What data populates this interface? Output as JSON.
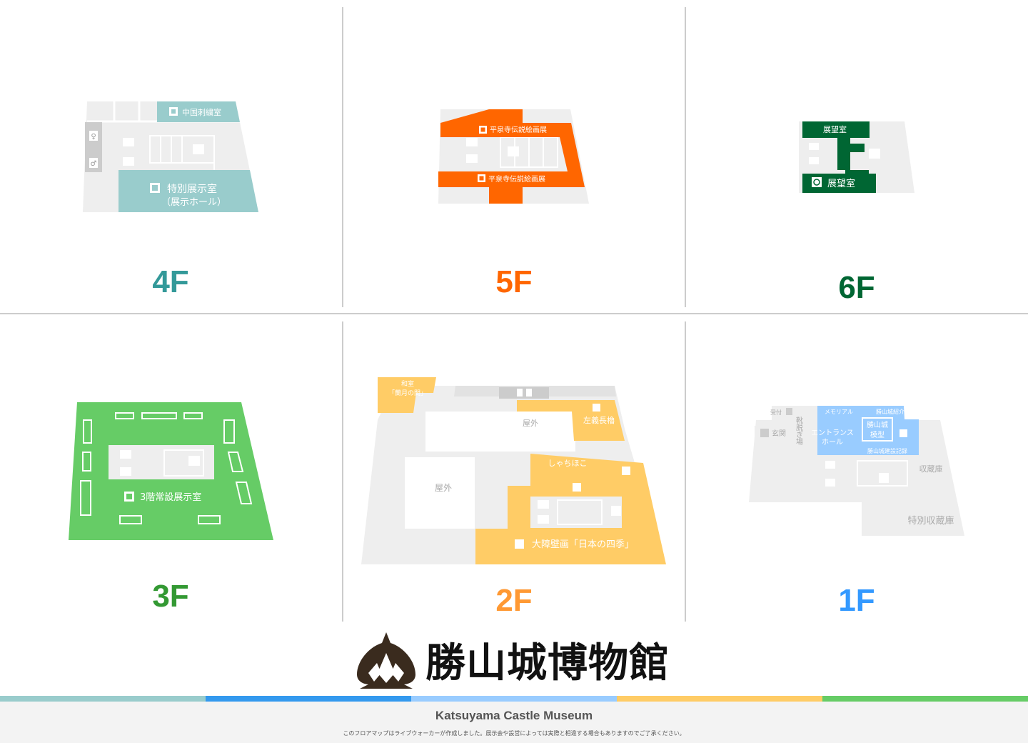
{
  "colors": {
    "grey_room": "#eeeeee",
    "grey_line": "#ffffff",
    "f4": "#99cccc",
    "f4_label": "#339999",
    "f5": "#ff6600",
    "f5_label": "#ff6600",
    "f6": "#006633",
    "f6_label": "#006633",
    "f3": "#66cc66",
    "f3_label": "#339933",
    "f2": "#ffcc66",
    "f2_label": "#ff9933",
    "f1": "#99ccff",
    "f1_label": "#3399ff"
  },
  "floors": {
    "f4": {
      "label": "4F",
      "rooms": {
        "chinese_embroidery": "中国刺繍室",
        "special_exhibit_1": "特別展示室",
        "special_exhibit_2": "（展示ホール）"
      }
    },
    "f5": {
      "label": "5F",
      "rooms": {
        "hiraizumi_top": "平泉寺伝説絵画展",
        "hiraizumi_bottom": "平泉寺伝説絵画展"
      }
    },
    "f6": {
      "label": "6F",
      "rooms": {
        "observation_top": "展望室",
        "observation_bottom": "展望室"
      }
    },
    "f3": {
      "label": "3F",
      "rooms": {
        "permanent_exhibit": "3階常設展示室"
      }
    },
    "f2": {
      "label": "2F",
      "rooms": {
        "japanese_room_1": "和室",
        "japanese_room_2": "「蘭月の間」",
        "outdoor_top": "屋外",
        "outdoor_left": "屋外",
        "sagicho_turret": "左義長櫓",
        "shachihoko": "しゃちほこ",
        "mural": "大障壁画「日本の四季」"
      }
    },
    "f1": {
      "label": "1F",
      "rooms": {
        "reception": "受付",
        "memorial": "メモリアル",
        "castle_intro": "勝山城紹介",
        "entrance": "玄関",
        "shoe_area": "靴脱ぎ場",
        "entrance_hall_1": "エントランス",
        "entrance_hall_2": "ホール",
        "castle_model_1": "勝山城",
        "castle_model_2": "模型",
        "construction_record": "勝山城建設記録",
        "storage": "収蔵庫",
        "special_storage": "特別収蔵庫"
      }
    }
  },
  "logo": {
    "name": "勝山城博物館"
  },
  "colorbar": [
    "#99cccc",
    "#3399ee",
    "#99ccff",
    "#ffcc66",
    "#66cc66"
  ],
  "footer": {
    "title": "Katsuyama Castle Museum",
    "note": "このフロアマップはライブウォーカーが作成しました。展示会や設営によっては実際と相違する場合もありますのでご了承ください。"
  }
}
